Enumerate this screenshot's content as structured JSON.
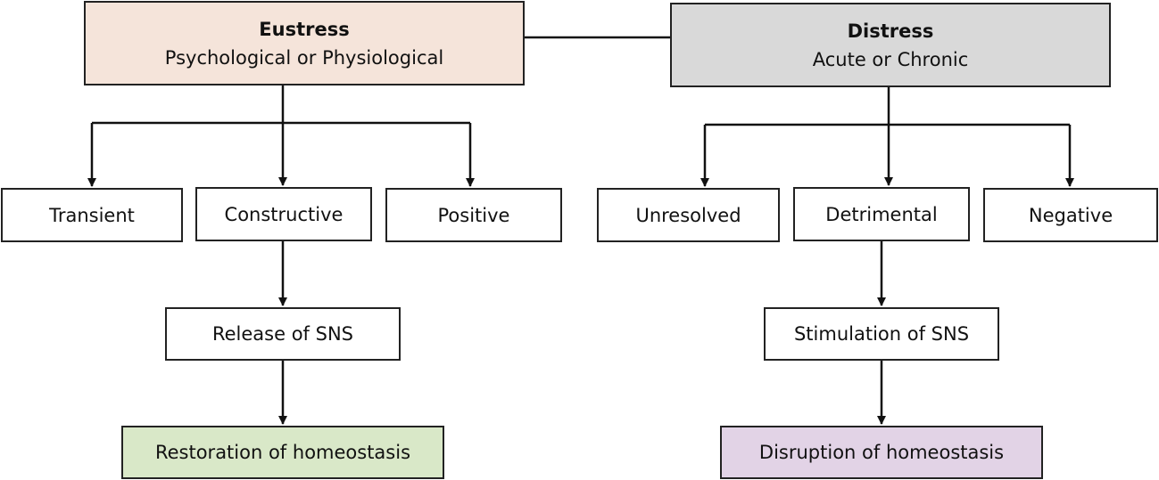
{
  "colors": {
    "eustress_fill": "#f5e4da",
    "distress_fill": "#d9d9d9",
    "restoration_fill": "#d9e8c8",
    "disruption_fill": "#e2d3e6",
    "line": "#111111"
  },
  "nodes": {
    "eustress": {
      "title": "Eustress",
      "subtitle": "Psychological or Physiological"
    },
    "distress": {
      "title": "Distress",
      "subtitle": "Acute or Chronic"
    },
    "transient": {
      "label": "Transient"
    },
    "constructive": {
      "label": "Constructive"
    },
    "positive": {
      "label": "Positive"
    },
    "unresolved": {
      "label": "Unresolved"
    },
    "detrimental": {
      "label": "Detrimental"
    },
    "negative": {
      "label": "Negative"
    },
    "release": {
      "label": "Release of SNS"
    },
    "stimulation": {
      "label": "Stimulation of SNS"
    },
    "restoration": {
      "label": "Restoration of homeostasis"
    },
    "disruption": {
      "label": "Disruption of homeostasis"
    }
  },
  "edges": [
    {
      "from": "eustress",
      "to": "distress",
      "type": "line"
    },
    {
      "from": "eustress",
      "to": "transient",
      "type": "arrow"
    },
    {
      "from": "eustress",
      "to": "constructive",
      "type": "arrow"
    },
    {
      "from": "eustress",
      "to": "positive",
      "type": "arrow"
    },
    {
      "from": "distress",
      "to": "unresolved",
      "type": "arrow"
    },
    {
      "from": "distress",
      "to": "detrimental",
      "type": "arrow"
    },
    {
      "from": "distress",
      "to": "negative",
      "type": "arrow"
    },
    {
      "from": "constructive",
      "to": "release",
      "type": "arrow"
    },
    {
      "from": "release",
      "to": "restoration",
      "type": "arrow"
    },
    {
      "from": "detrimental",
      "to": "stimulation",
      "type": "arrow"
    },
    {
      "from": "stimulation",
      "to": "disruption",
      "type": "arrow"
    }
  ]
}
